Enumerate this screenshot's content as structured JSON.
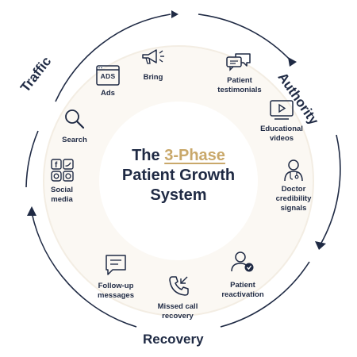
{
  "center": {
    "prefix": "The",
    "highlight": "3-Phase",
    "line2": "Patient Growth",
    "line3": "System"
  },
  "phases": {
    "traffic": "Traffic",
    "authority": "Authority",
    "recovery": "Recovery"
  },
  "items": {
    "ads": {
      "label": "Ads",
      "badge": "ADS",
      "icon": "ads-browser-icon"
    },
    "bring": {
      "label": "Bring",
      "icon": "megaphone-icon"
    },
    "testimonials": {
      "line1": "Patient",
      "line2": "testimonials",
      "icon": "chat-bubbles-icon"
    },
    "search": {
      "label": "Search",
      "icon": "search-icon"
    },
    "videos": {
      "line1": "Educational",
      "line2": "videos",
      "icon": "video-play-icon"
    },
    "social": {
      "line1": "Social",
      "line2": "media",
      "icon": "social-media-icon"
    },
    "doctor": {
      "line1": "Doctor",
      "line2": "credibility",
      "line3": "signals",
      "icon": "doctor-icon"
    },
    "followup": {
      "line1": "Follow-up",
      "line2": "messages",
      "icon": "message-icon"
    },
    "missed": {
      "line1": "Missed call",
      "line2": "recovery",
      "icon": "phone-callback-icon"
    },
    "reactivation": {
      "line1": "Patient",
      "line2": "reactivation",
      "icon": "user-check-icon"
    }
  },
  "colors": {
    "navy": "#1f2a44",
    "gold": "#c9a86a",
    "ring": "#fbf8f3"
  }
}
